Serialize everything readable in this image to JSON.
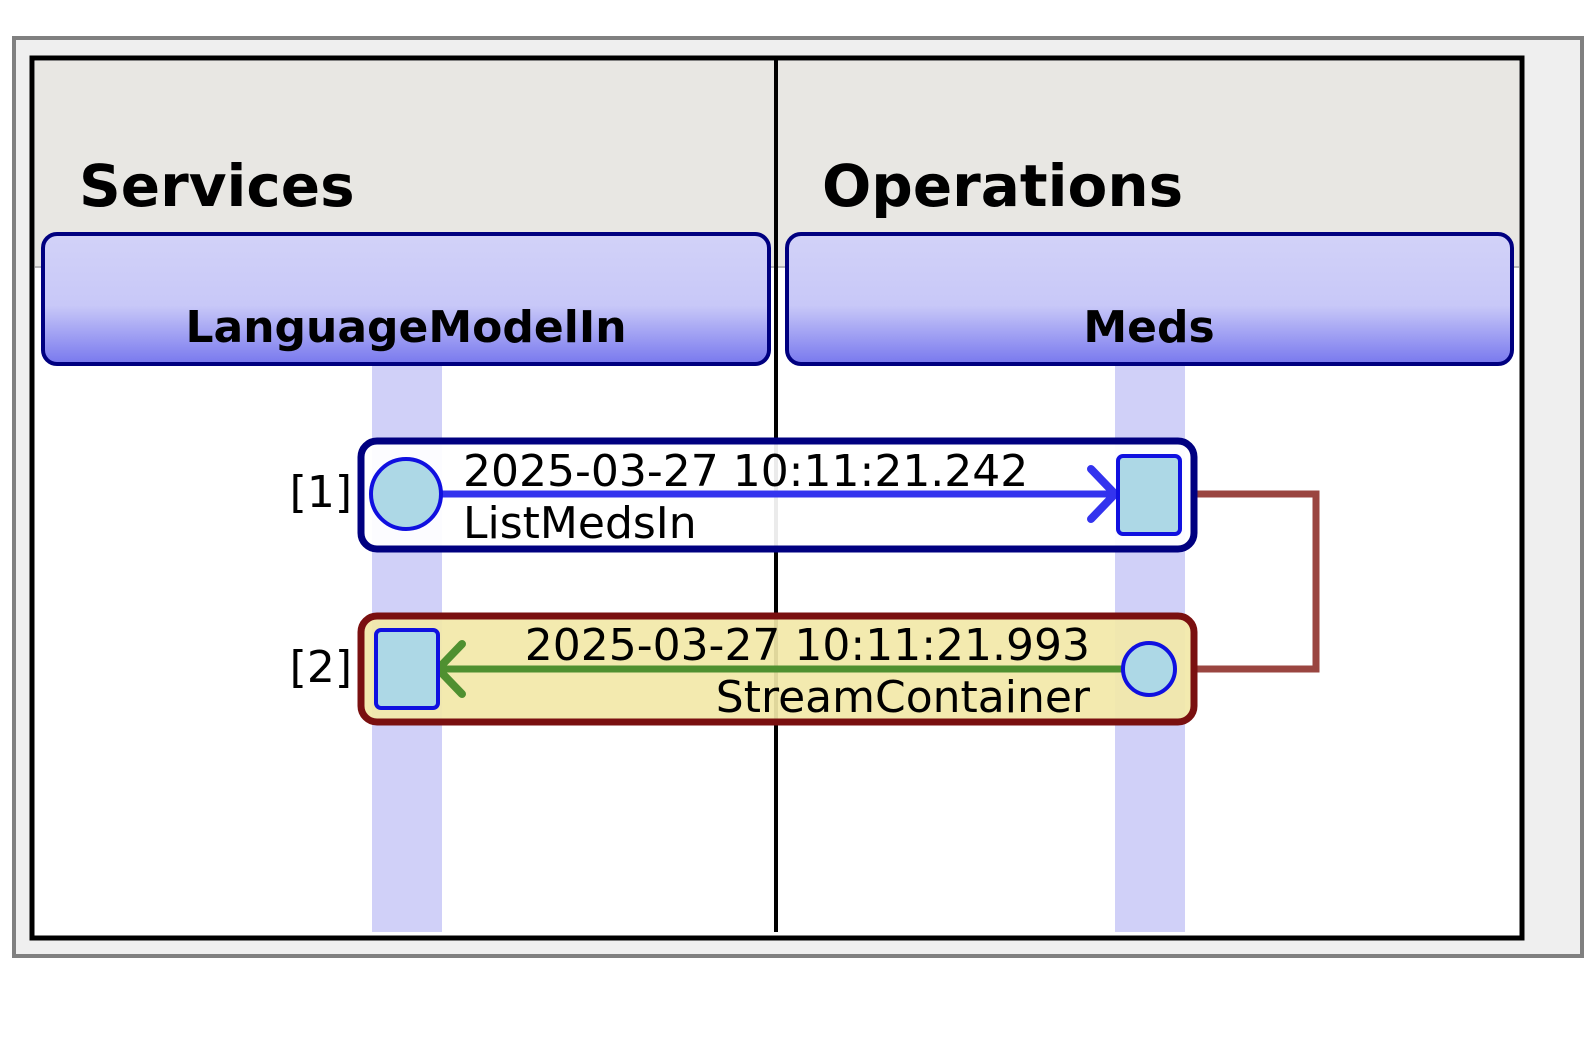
{
  "lanes": [
    {
      "title": "Services",
      "participant": "LanguageModelIn"
    },
    {
      "title": "Operations",
      "participant": "Meds"
    }
  ],
  "messages": [
    {
      "index": "[1]",
      "timestamp": "2025-03-27 10:11:21.242",
      "name": "ListMedsIn",
      "direction": "request"
    },
    {
      "index": "[2]",
      "timestamp": "2025-03-27 10:11:21.993",
      "name": "StreamContainer",
      "direction": "response"
    }
  ],
  "colors": {
    "header_bg": "#e8e7e3",
    "participant_fill_top": "#d0d0f8",
    "participant_fill_bottom": "#7e7ef0",
    "participant_border": "#000080",
    "lifeline": "#d0d0f8",
    "request_border": "#000080",
    "request_arrow": "#3333ee",
    "response_border": "#7a1010",
    "response_fill": "#f2e8a8",
    "response_arrow": "#4f9030",
    "connector": "#9a4540",
    "endpoint_fill": "#add8e6",
    "endpoint_stroke": "#1010e0"
  }
}
